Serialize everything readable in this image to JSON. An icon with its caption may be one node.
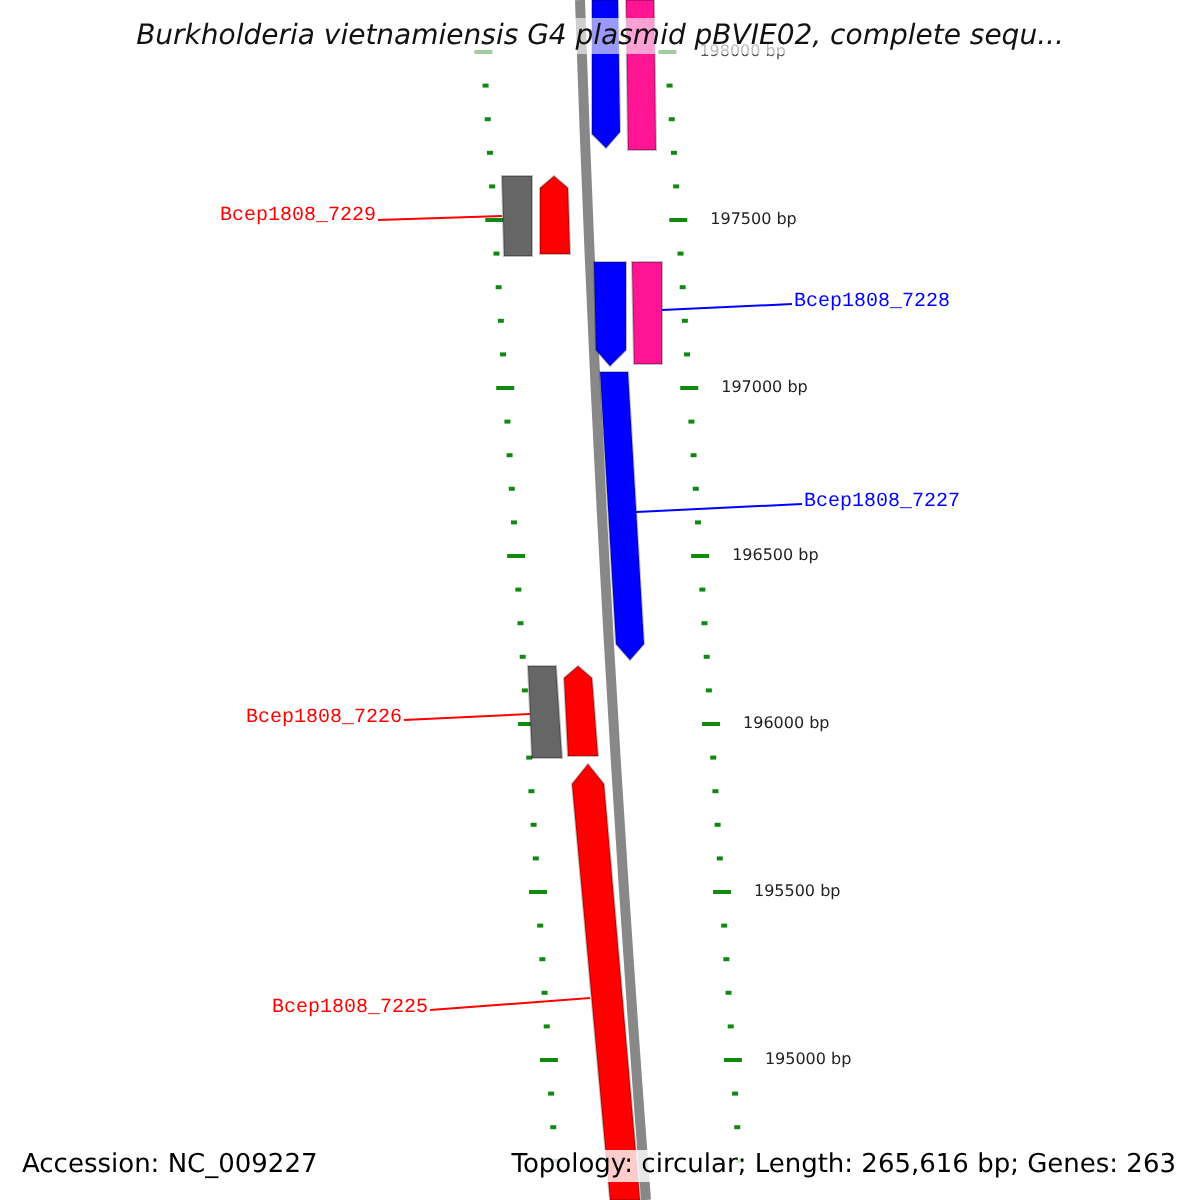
{
  "diagram": {
    "title": "Burkholderia vietnamiensis G4 plasmid pBVIE02, complete sequ...",
    "nodes": [
      {
        "text": [
          "Bcep1808_7229"
        ]
      },
      {
        "text": [],
        "shape": "box"
      },
      {
        "text": [
          "Bcep1808_7228"
        ]
      },
      {
        "text": [],
        "shape": "box"
      },
      {
        "text": [
          "Bcep1808_7227"
        ]
      },
      {
        "text": [],
        "shape": "bar"
      },
      {
        "text": [
          "Bcep1808_7226"
        ]
      },
      {
        "text": [],
        "shape": "box"
      },
      {
        "text": [
          "Bcep1808_7225"
        ]
      },
      {
        "text": [],
        "shape": "bar"
      }
    ],
    "edges": [
      {
        "from": 0,
        "to": 1,
        "arrow": "none"
      },
      {
        "from": 2,
        "to": 3,
        "arrow": "none",
        "color": "#0000ff"
      },
      {
        "from": 4,
        "to": 5,
        "arrow": "none",
        "color": "#0000ff"
      },
      {
        "from": 6,
        "to": 7,
        "arrow": "none"
      },
      {
        "from": 8,
        "to": 9,
        "arrow": "none"
      }
    ],
    "labels": [
      "198000 bp",
      "197500 bp",
      "197000 bp",
      "196500 bp",
      "196000 bp",
      "195500 bp",
      "195000 bp",
      "Accession: NC_009227",
      "Topology: circular; Length: 265,616 bp; Genes: 263"
    ]
  }
}
